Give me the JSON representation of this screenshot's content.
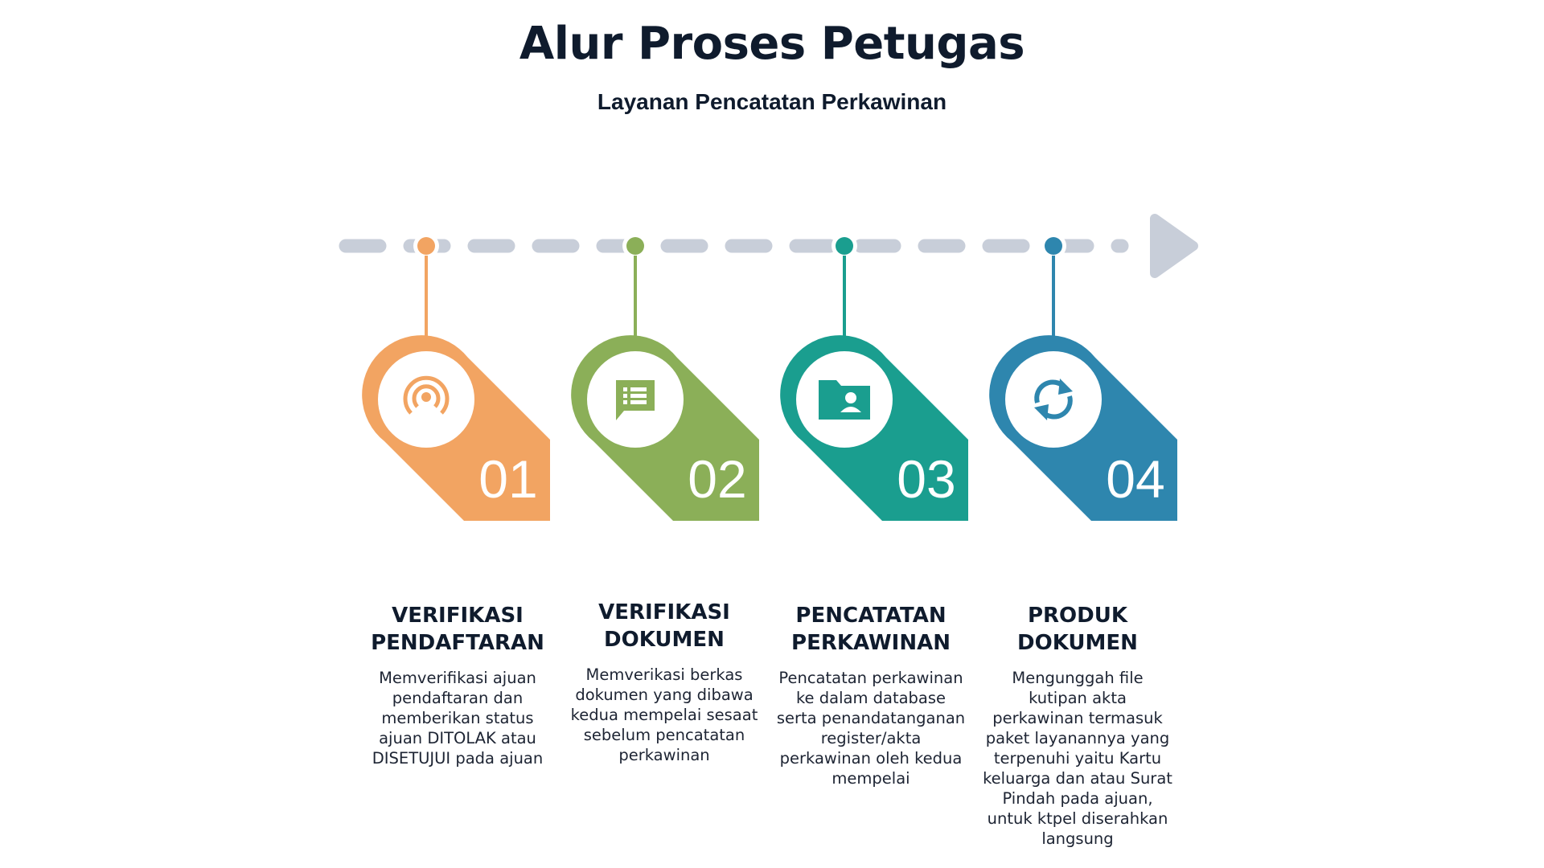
{
  "title": "Alur Proses Petugas",
  "subtitle": "Layanan Pencatatan Perkawinan",
  "colors": {
    "timeline": "#C8CED9",
    "step1": "#F2A462",
    "step2": "#8BAF58",
    "step3": "#1A9E8F",
    "step4": "#2E86AE"
  },
  "steps": [
    {
      "number": "01",
      "icon": "broadcast-icon",
      "title_line1": "VERIFIKASI",
      "title_line2": "PENDAFTARAN",
      "description": "Memverifikasi ajuan pendaftaran dan memberikan status ajuan DITOLAK atau DISETUJUI pada ajuan"
    },
    {
      "number": "02",
      "icon": "message-list-icon",
      "title_line1": "VERIFIKASI",
      "title_line2": "DOKUMEN",
      "description": "Memverikasi berkas dokumen yang dibawa kedua mempelai sesaat sebelum pencatatan perkawinan"
    },
    {
      "number": "03",
      "icon": "user-folder-icon",
      "title_line1": "PENCATATAN",
      "title_line2": "PERKAWINAN",
      "description": "Pencatatan perkawinan ke dalam database serta penandatanganan register/akta perkawinan oleh kedua mempelai"
    },
    {
      "number": "04",
      "icon": "sync-icon",
      "title_line1": "PRODUK",
      "title_line2": "DOKUMEN",
      "description": "Mengunggah file kutipan akta perkawinan termasuk paket layanannya yang terpenuhi yaitu Kartu keluarga dan atau Surat Pindah pada ajuan, untuk ktpel diserahkan langsung"
    }
  ]
}
